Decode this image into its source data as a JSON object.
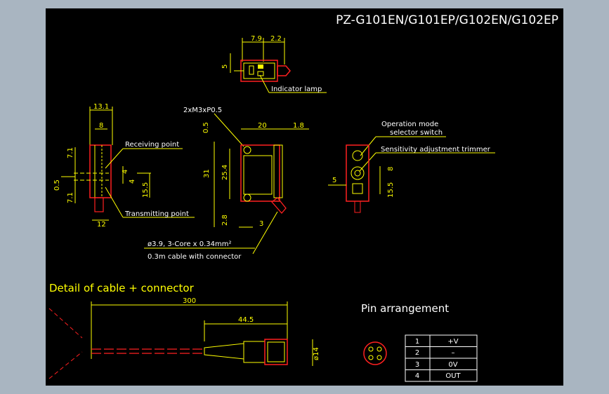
{
  "title": "PZ-G101EN/G101EP/G102EN/G102EP",
  "top_view": {
    "dim_7_9": "7.9",
    "dim_2_2": "2.2",
    "dim_5": "5",
    "indicator_label": "Indicator lamp"
  },
  "side_view": {
    "dim_13_1": "13.1",
    "dim_8": "8",
    "dim_7_1_top": "7.1",
    "dim_0_5": "0.5",
    "dim_7_1_bottom": "7.1",
    "dim_4": "4",
    "dim_4b": "4",
    "dim_15_5": "15.5",
    "dim_12": "12",
    "receiving_label": "Receiving point",
    "transmitting_label": "Transmitting point"
  },
  "front_view": {
    "screw_label": "2xM3xP0.5",
    "dim_0_5": "0.5",
    "dim_20": "20",
    "dim_1_8": "1.8",
    "dim_31": "31",
    "dim_25_4": "25.4",
    "dim_2_8": "2.8",
    "dim_3": "3",
    "cable_label_1": "ø3.9, 3-Core x 0.34mm²",
    "cable_label_2": "0.3m cable with connector"
  },
  "back_view": {
    "op_mode_1": "Operation mode",
    "op_mode_2": "selector switch",
    "sensitivity_label": "Sensitivity adjustment trimmer",
    "dim_8": "8",
    "dim_5": "5",
    "dim_15_5": "15.5"
  },
  "cable_detail": {
    "heading": "Detail of cable + connector",
    "dim_300": "300",
    "dim_44_5": "44.5",
    "dim_diam_14": "ø14"
  },
  "pin_arrangement": {
    "heading": "Pin arrangement",
    "rows": [
      {
        "pin": "1",
        "signal": "+V"
      },
      {
        "pin": "2",
        "signal": "–"
      },
      {
        "pin": "3",
        "signal": "0V"
      },
      {
        "pin": "4",
        "signal": "OUT"
      }
    ]
  }
}
